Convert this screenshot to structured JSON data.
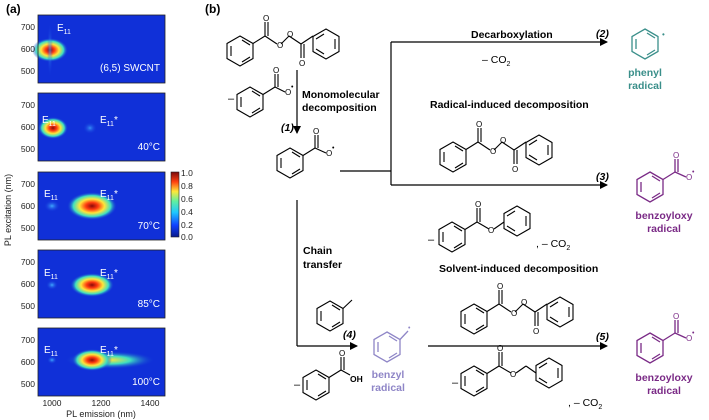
{
  "panel_a": {
    "label": "(a)",
    "ylabel": "PL excitation (nm)",
    "xlabel": "PL emission (nm)",
    "xticks": [
      "1000",
      "1200",
      "1400"
    ],
    "yticks": [
      "700",
      "600",
      "500"
    ],
    "colorbar_ticks": [
      "1.0",
      "0.8",
      "0.6",
      "0.4",
      "0.2",
      "0.0"
    ],
    "e11": "E",
    "e11_sub": "11",
    "e11_star": "*",
    "panels": [
      {
        "caption": "(6,5) SWCNT",
        "show_star": false
      },
      {
        "caption": "40°C",
        "show_star": true
      },
      {
        "caption": "70°C",
        "show_star": true
      },
      {
        "caption": "85°C",
        "show_star": true
      },
      {
        "caption": "100°C",
        "show_star": true
      }
    ]
  },
  "panel_b": {
    "label": "(b)",
    "decarboxylation": "Decarboxylation",
    "minus_co2": "– CO",
    "co2_sub": "2",
    "mono_line1": "Monomolecular",
    "mono_line2": "decomposition",
    "radical_induced": "Radical-induced decomposition",
    "solvent_induced": "Solvent-induced decomposition",
    "chain_line1": "Chain",
    "chain_line2": "transfer",
    "step1": "(1)",
    "step2": "(2)",
    "step3": "(3)",
    "step4": "(4)",
    "step5": "(5)",
    "phenyl_line1": "phenyl",
    "phenyl_line2": "radical",
    "benzoyloxy_line1": "benzoyloxy",
    "benzoyloxy_line2": "radical",
    "benzyl_line1": "benzyl",
    "benzyl_line2": "radical",
    "comma_minus_co2": ", – CO",
    "minus": "–",
    "oh": "OH",
    "o": "O",
    "dot": "•"
  },
  "colors": {
    "teal": "#3a8f8a",
    "purple": "#7a2a86",
    "lavender": "#8f86c7",
    "heatmap_bg": "#1030d8"
  }
}
